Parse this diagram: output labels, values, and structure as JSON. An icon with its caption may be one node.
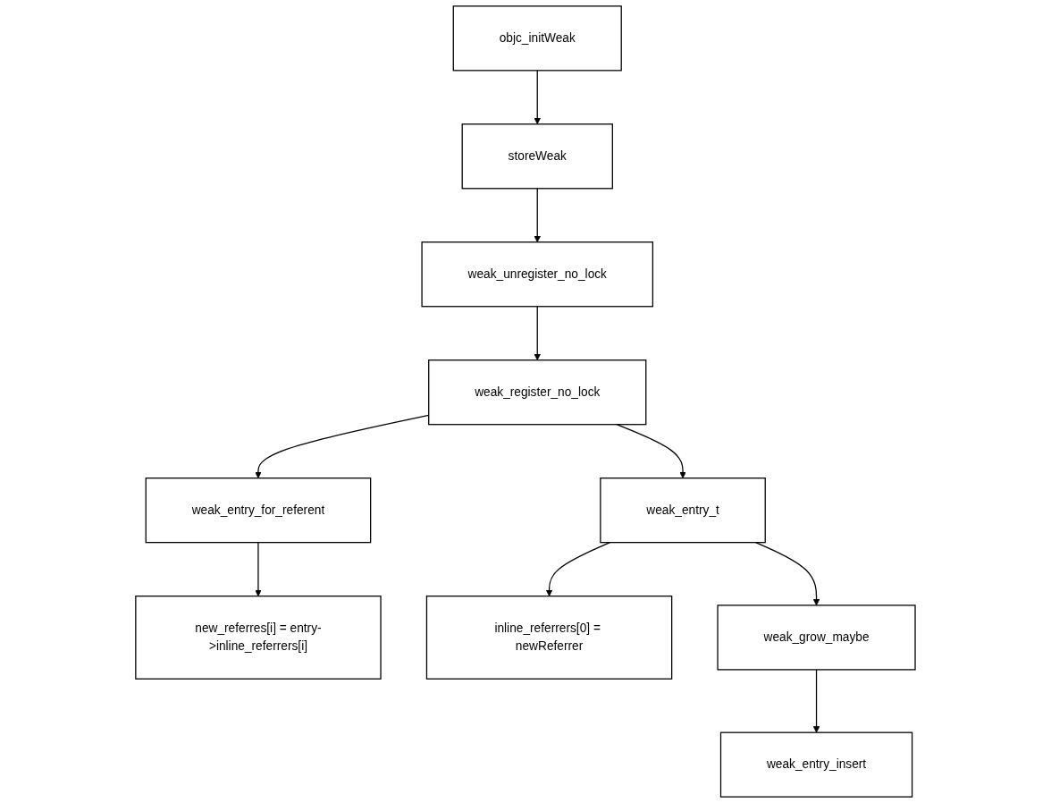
{
  "diagram": {
    "nodes": [
      {
        "text": [
          "objc_initWeak"
        ]
      },
      {
        "text": [
          "storeWeak"
        ]
      },
      {
        "text": [
          "weak_unregister_no_lock"
        ]
      },
      {
        "text": [
          "weak_entry_for_referent"
        ]
      },
      {
        "text": [
          "weak_register_no_lock"
        ]
      },
      {
        "text": [
          "new_referres[i] = entry->inline_referrers[i]"
        ]
      },
      {
        "text": [
          "inline_referrers[0] = newReferrer"
        ]
      },
      {
        "text": [
          "weak_entry_insert"
        ]
      },
      {
        "text": [
          "weak_grow_maybe"
        ]
      },
      {
        "text": [
          "weak_entry_t"
        ]
      }
    ],
    "edges": [
      {
        "from": 0,
        "to": 1,
        "arrow": "to"
      },
      {
        "from": 1,
        "to": 2,
        "arrow": "to"
      },
      {
        "from": 2,
        "to": 4,
        "arrow": "to"
      },
      {
        "from": 4,
        "to": 3,
        "arrow": "to"
      },
      {
        "from": 3,
        "to": 5,
        "arrow": "to"
      },
      {
        "from": 4,
        "to": 9,
        "arrow": "to"
      },
      {
        "from": 9,
        "to": 6,
        "arrow": "to"
      },
      {
        "from": 9,
        "to": 8,
        "arrow": "to"
      },
      {
        "from": 8,
        "to": 7,
        "arrow": "to"
      }
    ]
  }
}
